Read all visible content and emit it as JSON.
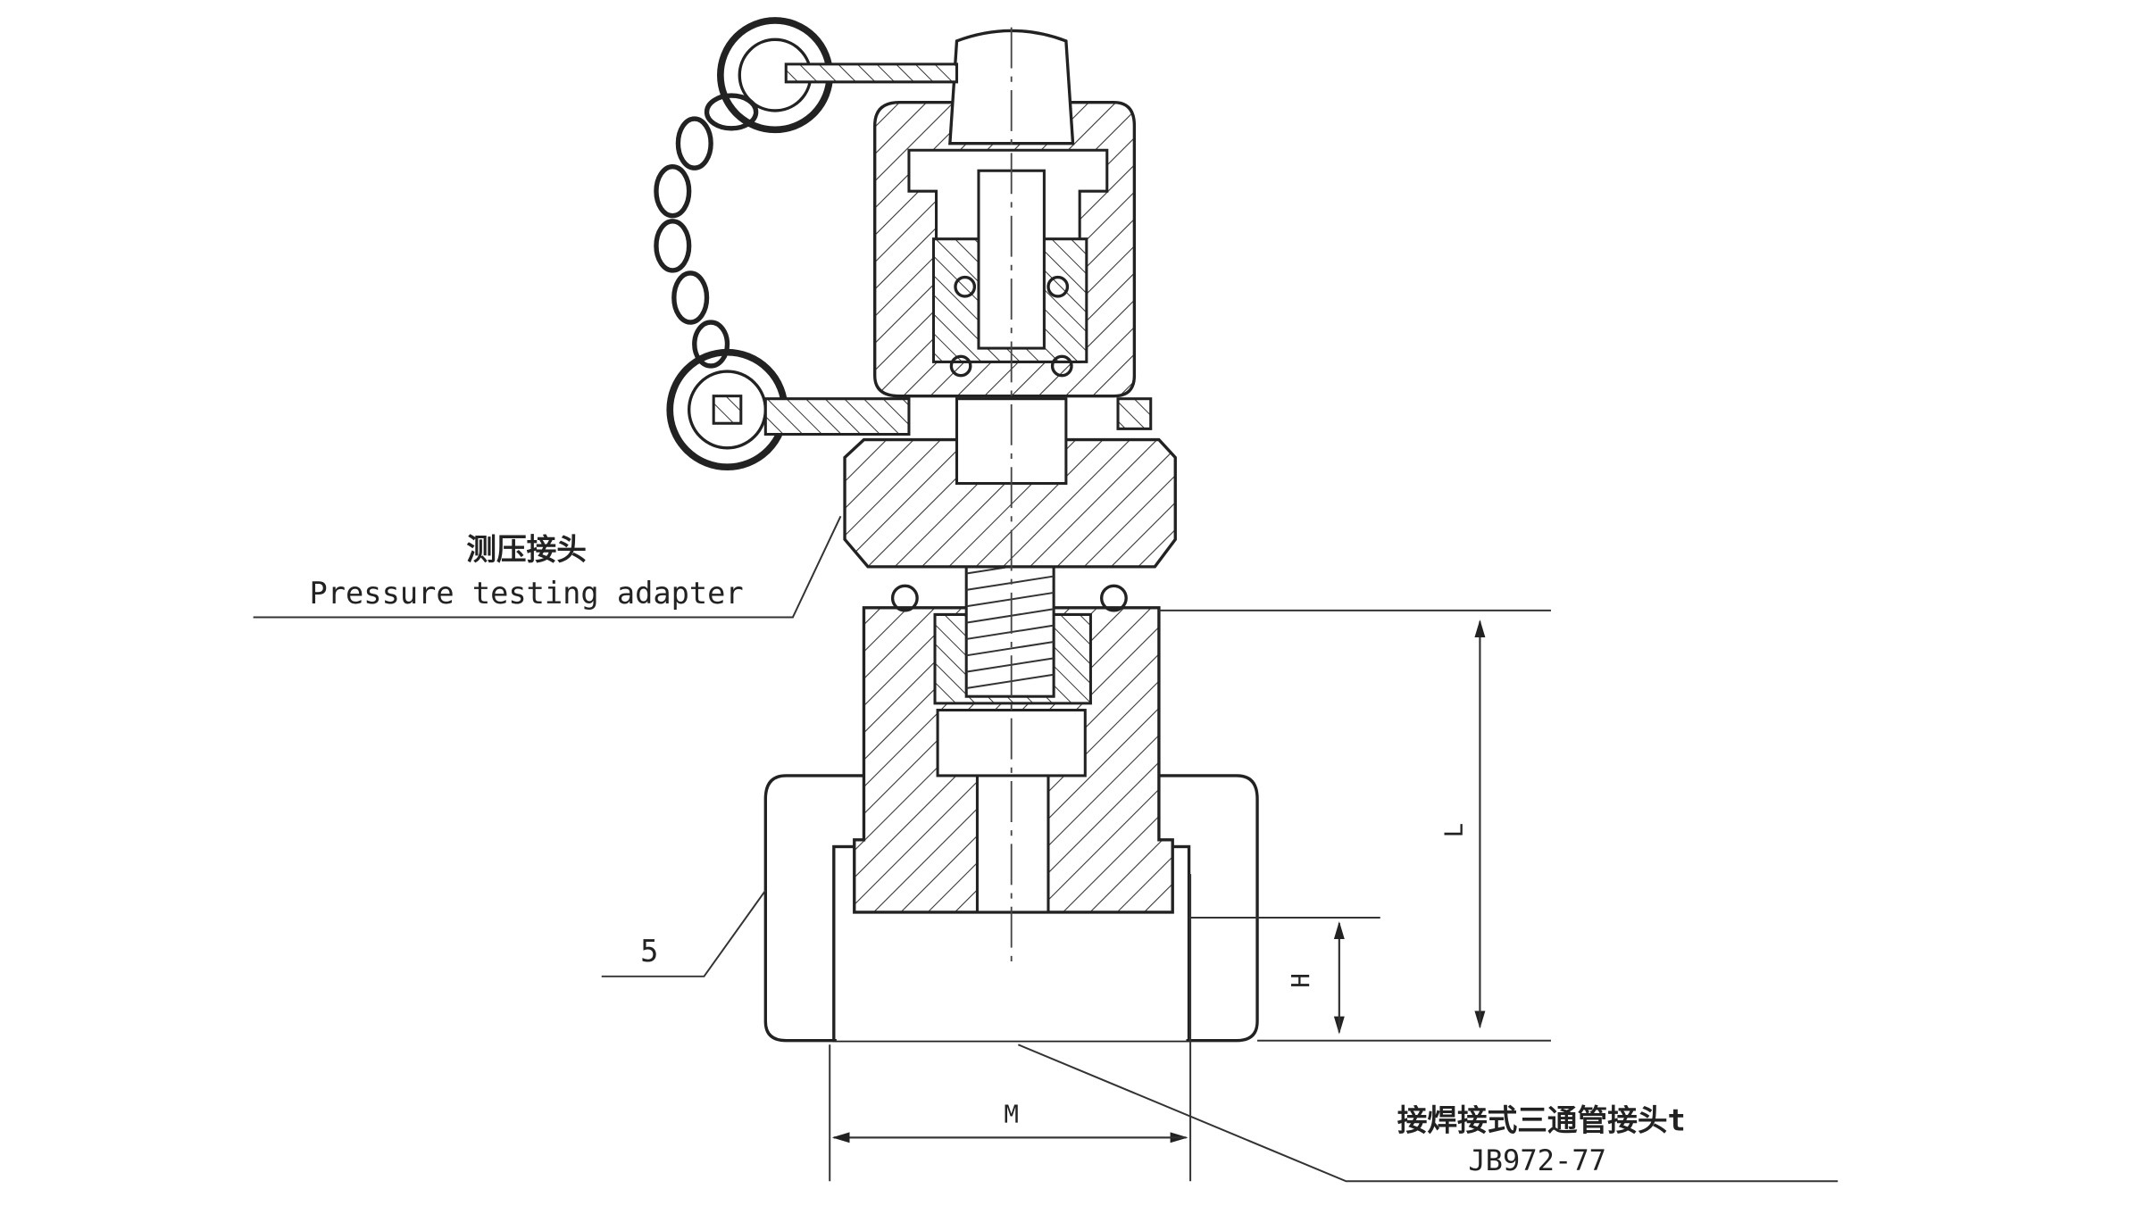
{
  "labels": {
    "adapter_cn": "测压接头",
    "adapter_en": "Pressure testing adapter",
    "part_number": "5",
    "tee_cn": "接焊接式三通管接头t",
    "tee_standard": "JB972-77"
  },
  "dimensions": {
    "length": "L",
    "height": "H",
    "thread": "M"
  }
}
